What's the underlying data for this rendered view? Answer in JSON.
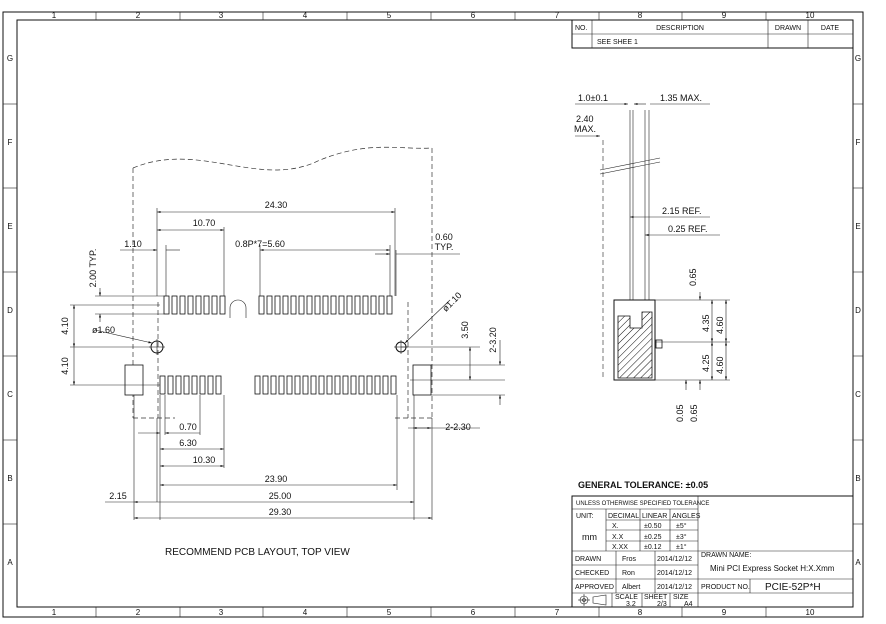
{
  "frame": {
    "columns": [
      "1",
      "2",
      "3",
      "4",
      "5",
      "6",
      "7",
      "8",
      "9",
      "10"
    ],
    "rows": [
      "G",
      "F",
      "E",
      "D",
      "C",
      "B",
      "A"
    ]
  },
  "revision_table": {
    "headers": {
      "no": "NO.",
      "description": "DESCRIPTION",
      "drawn": "DRAWN",
      "date": "DATE"
    },
    "row": {
      "no": "",
      "description": "SEE SHEE 1",
      "drawn": "",
      "date": ""
    }
  },
  "pcb_layout": {
    "title": "RECOMMEND PCB LAYOUT, TOP VIEW",
    "dims": {
      "d_24_30": "24.30",
      "d_10_70": "10.70",
      "d_1_10": "1.10",
      "d_pitch": "0.8P*7=5.60",
      "d_060": "0.60",
      "d_060_typ": "TYP.",
      "d_200_typ": "2.00 TYP.",
      "d_410_top": "4.10",
      "d_410_bot": "4.10",
      "d_phi160": "ø1.60",
      "d_phi110": "ø1.10",
      "d_350": "3.50",
      "d_2_320": "2-3.20",
      "d_070": "0.70",
      "d_630": "6.30",
      "d_1030": "10.30",
      "d_2390": "23.90",
      "d_2500": "25.00",
      "d_2930": "29.30",
      "d_215": "2.15",
      "d_2_230": "2-2.30"
    }
  },
  "side_view": {
    "dims": {
      "d_10": "1.0±0.1",
      "d_135": "1.35  MAX.",
      "d_240": "2.40",
      "d_240_max": "MAX.",
      "d_215ref": "2.15  REF.",
      "d_025ref": "0.25  REF.",
      "d_065_top": "0.65",
      "d_435": "4.35",
      "d_460_top": "4.60",
      "d_425": "4.25",
      "d_460_bot": "4.60",
      "d_005": "0.05",
      "d_065_bot": "0.65"
    }
  },
  "general_tolerance": "GENERAL TOLERANCE: ±0.05",
  "title_block": {
    "tolerance_header": "UNLESS OTHERWISE SPECIFIED TOLERANCE",
    "unit_label": "UNIT:",
    "unit_value": "mm",
    "col_decimal": "DECIMAL",
    "col_linear": "LINEAR",
    "col_angles": "ANGLES",
    "tol_rows": [
      {
        "decimal": "X.",
        "linear": "±0.50",
        "angles": "±5°"
      },
      {
        "decimal": "X.X",
        "linear": "±0.25",
        "angles": "±3°"
      },
      {
        "decimal": "X.XX",
        "linear": "±0.12",
        "angles": "±1°"
      }
    ],
    "drawn_label": "DRAWN",
    "drawn_name": "Fros",
    "drawn_date": "2014/12/12",
    "checked_label": "CHECKED",
    "checked_name": "Ron",
    "checked_date": "2014/12/12",
    "approved_label": "APPROVED",
    "approved_name": "Albert",
    "approved_date": "2014/12/12",
    "drawn_name_label": "DRAWN NAME:",
    "drawing_name": "Mini PCI Express Socket H:X.Xmm",
    "product_no_label": "PRODUCT NO.",
    "product_no": "PCIE-52P*H",
    "scale_label": "SCALE",
    "scale_value": "3.2",
    "sheet_label": "SHEET",
    "sheet_value": "2/3",
    "size_label": "SIZE",
    "size_value": "A4"
  }
}
